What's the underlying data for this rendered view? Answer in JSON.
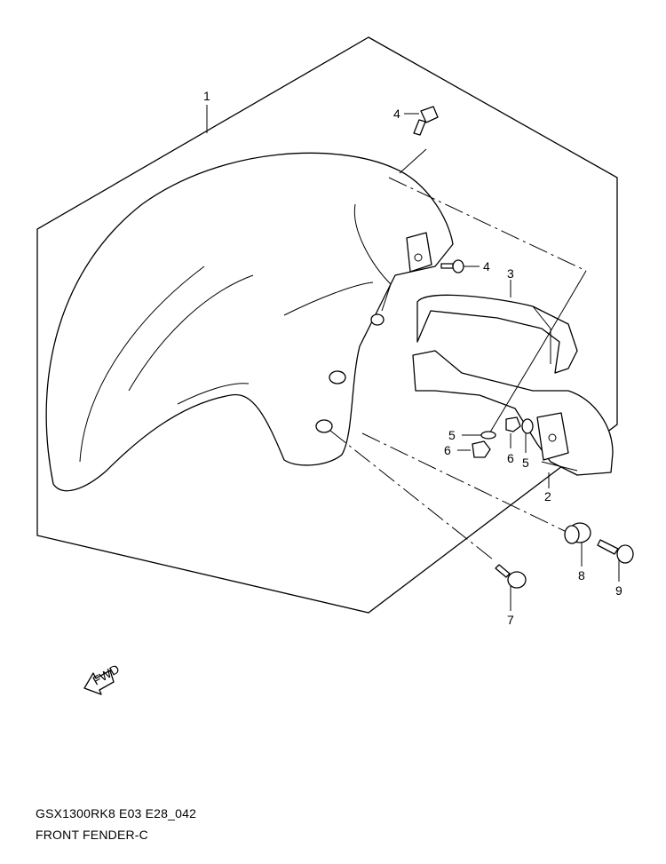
{
  "diagram": {
    "callouts": [
      "1",
      "2",
      "3",
      "4",
      "4",
      "5",
      "5",
      "6",
      "6",
      "7",
      "8",
      "9"
    ],
    "fwd_label": "FWD"
  },
  "footer": {
    "code": "GSX1300RK8 E03 E28_042",
    "title": "FRONT FENDER-C"
  }
}
